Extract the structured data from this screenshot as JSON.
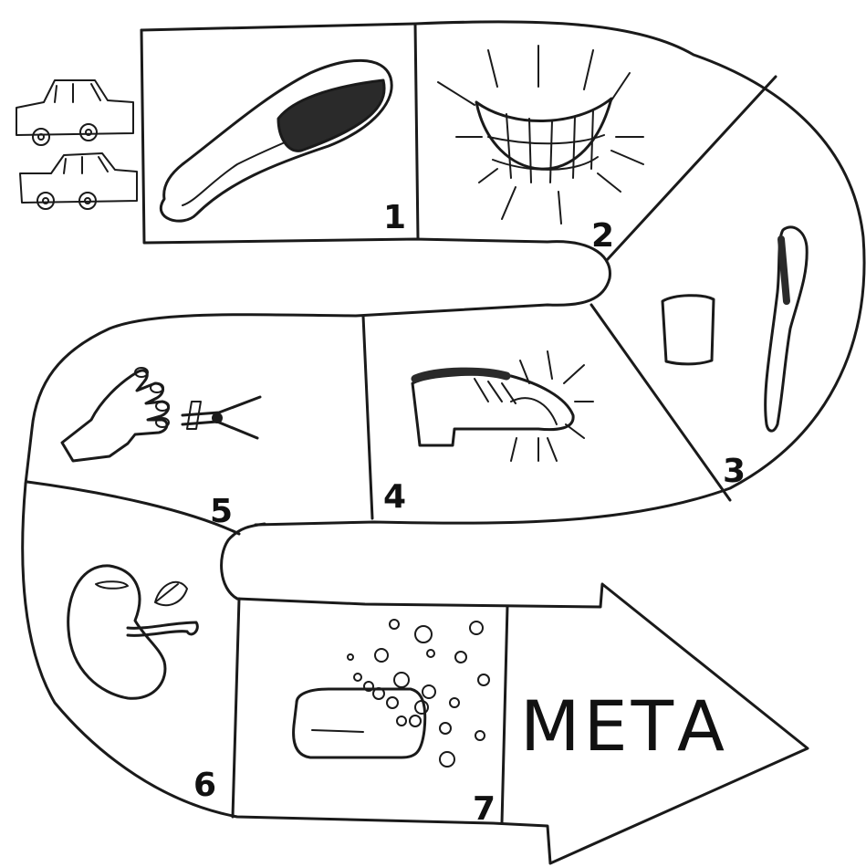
{
  "board": {
    "cells": [
      {
        "number": "1",
        "picture": "hairbrush"
      },
      {
        "number": "2",
        "picture": "smiling-teeth"
      },
      {
        "number": "3",
        "picture": "cup-and-toothbrush"
      },
      {
        "number": "4",
        "picture": "shiny-shoe"
      },
      {
        "number": "5",
        "picture": "hand-and-nail-clipper"
      },
      {
        "number": "6",
        "picture": "apple"
      },
      {
        "number": "7",
        "picture": "soap-and-bubbles"
      }
    ],
    "finish_label": "МЕТА",
    "start_picture": "two-cars"
  },
  "colors": {
    "ink": "#1a1a1a",
    "paper": "#ffffff"
  }
}
